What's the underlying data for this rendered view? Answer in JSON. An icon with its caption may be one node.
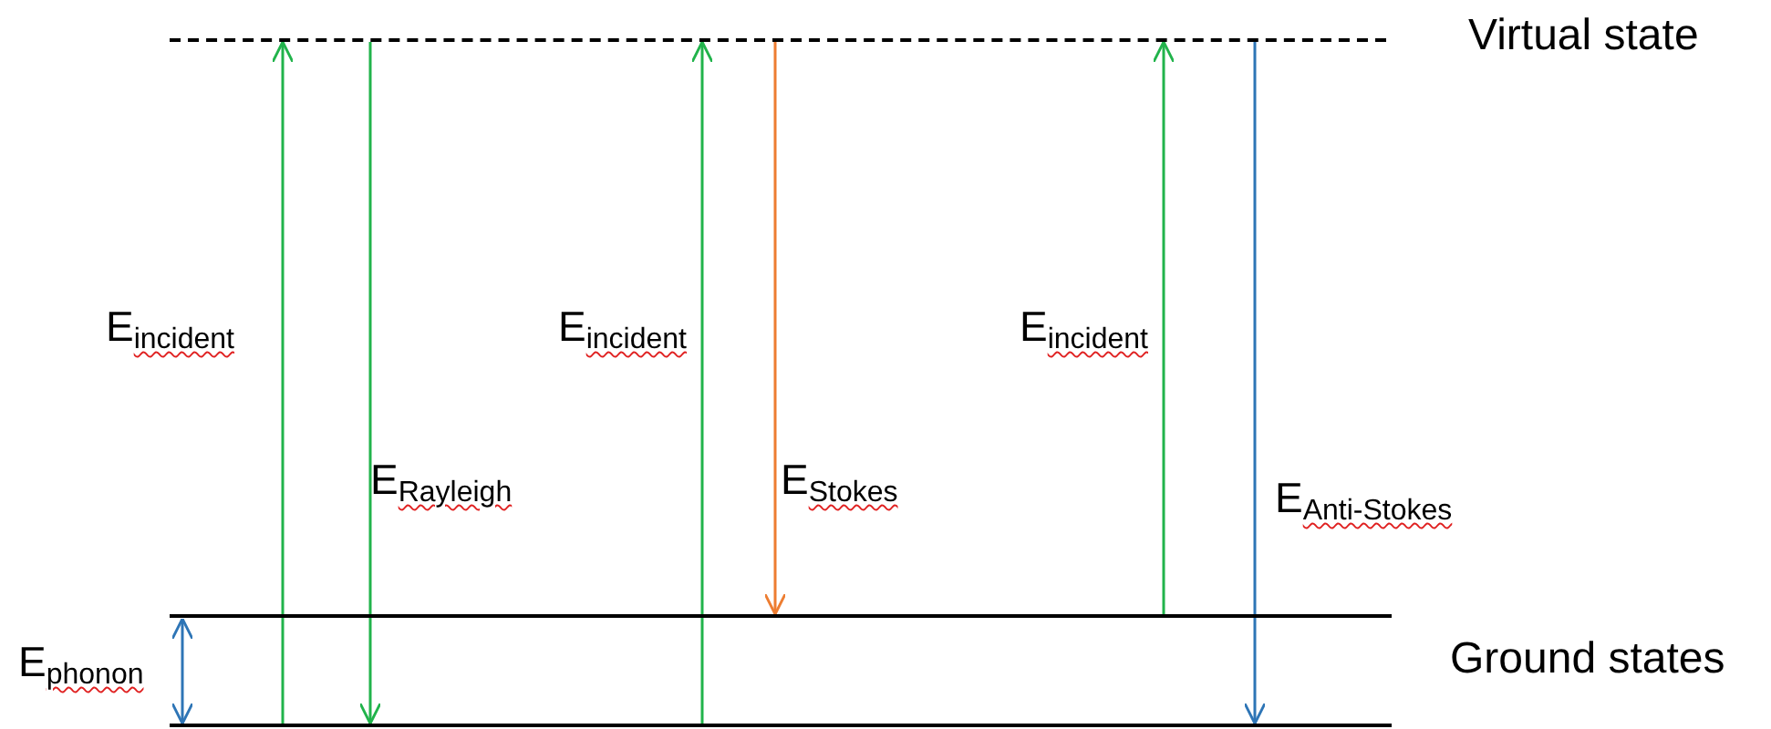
{
  "diagram": {
    "nodes": [
      {
        "text": [],
        "shape": "bar",
        "beside": [
          "Virtual state"
        ]
      },
      {
        "text": [],
        "shape": "bar"
      },
      {
        "text": [],
        "shape": "bar"
      }
    ],
    "edges": [
      {
        "from": 2,
        "to": 0,
        "arrow": "to",
        "label": "E$_{incident}$"
      },
      {
        "from": 0,
        "to": 2,
        "arrow": "to",
        "label": "E$_{Rayleigh}$"
      },
      {
        "from": 2,
        "to": 0,
        "arrow": "to",
        "label": "E$_{incident}$"
      },
      {
        "from": 0,
        "to": 1,
        "arrow": "to",
        "label": "E$_{Stokes}$",
        "color": "#ed7d31"
      },
      {
        "from": 1,
        "to": 0,
        "arrow": "to",
        "label": "E$_{incident}$"
      },
      {
        "from": 0,
        "to": 2,
        "arrow": "to",
        "label": "E$_{Anti-Stokes}$",
        "color": "#2e75b6"
      },
      {
        "from": 2,
        "to": 1,
        "arrow": "both",
        "label": "E$_{phonon}$",
        "color": "#2e75b6"
      }
    ],
    "labels": [
      "Ground states"
    ]
  }
}
